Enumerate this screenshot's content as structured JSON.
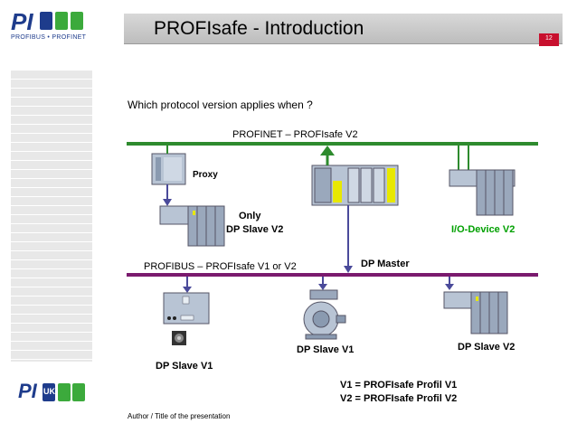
{
  "header": {
    "logo_text": "PI",
    "logo_subtitle": "PROFIBUS • PROFINET",
    "title": "PROFIsafe - Introduction",
    "page_number": "12"
  },
  "content": {
    "question": "Which protocol version applies when ?",
    "profinet_label": "PROFINET – PROFIsafe V2",
    "profibus_label": "PROFIBUS – PROFIsafe V1 or V2",
    "proxy_label": "Proxy",
    "only_dp_slave_line1": "Only",
    "only_dp_slave_line2": "DP Slave V2",
    "io_device_label": "I/O-Device V2",
    "dp_master_label": "DP Master",
    "dp_slave_v1_left": "DP Slave V1",
    "dp_slave_v1_center": "DP Slave V1",
    "dp_slave_v2_right": "DP Slave V2",
    "legend_v1": "V1 = PROFIsafe Profil V1",
    "legend_v2": "V2 = PROFIsafe Profil V2"
  },
  "footer": {
    "logo_text": "PI",
    "logo_country": "UK",
    "text": "Author / Title of the presentation"
  },
  "colors": {
    "profinet_bus": "#2e8b2e",
    "profibus_bus": "#7a1a6e",
    "arrow": "#4a4a9a",
    "io_device_text": "#00a000",
    "logo_blue": "#1e3c8c",
    "logo_green": "#3caa3c"
  }
}
